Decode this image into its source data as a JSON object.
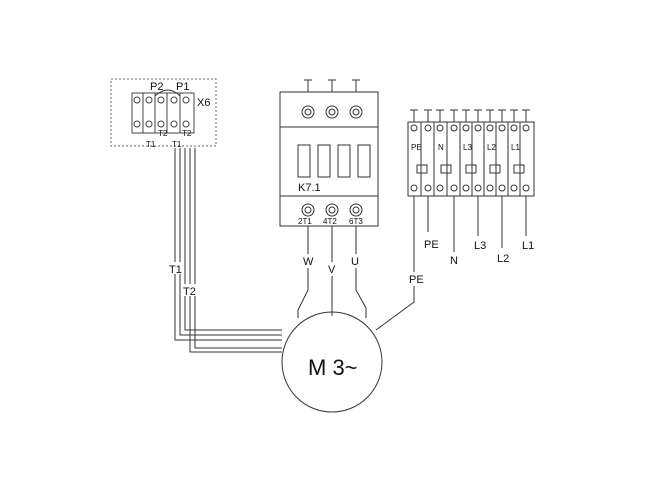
{
  "terminal_box_x6": {
    "name": "X6",
    "top_labels": [
      "P2",
      "P1"
    ],
    "bottom_labels": [
      "T1",
      "T2",
      "T1",
      "T2"
    ]
  },
  "contactor": {
    "name": "K7.1",
    "outputs": [
      "2T1",
      "4T2",
      "6T3"
    ]
  },
  "terminal_strip": {
    "labels": [
      "PE",
      "N",
      "L3",
      "L2",
      "L1"
    ]
  },
  "wires": {
    "t1": "T1",
    "t2": "T2",
    "w": "W",
    "v": "V",
    "u": "U",
    "pe_motor": "PE",
    "pe": "PE",
    "n": "N",
    "l3": "L3",
    "l2": "L2",
    "l1": "L1"
  },
  "motor": {
    "label": "M 3~"
  },
  "colors": {
    "line": "#333333",
    "dashed_border": "#666666"
  }
}
